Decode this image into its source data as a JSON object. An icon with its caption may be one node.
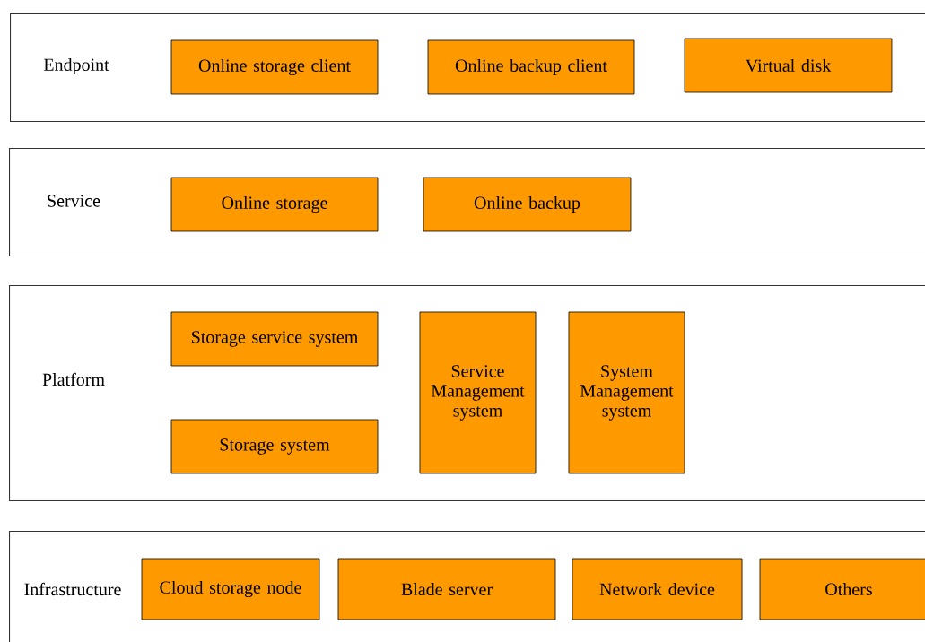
{
  "diagram": {
    "nodes": [
      {
        "text": [
          "Endpoint"
        ]
      },
      {
        "text": [
          "Online storage client"
        ],
        "in": 0
      },
      {
        "text": [
          "Online backup client"
        ],
        "in": 0
      },
      {
        "text": [
          "Virtual disk"
        ],
        "in": 0
      },
      {
        "text": [
          "Service"
        ]
      },
      {
        "text": [
          "Online storage"
        ],
        "in": 4
      },
      {
        "text": [
          "Online backup"
        ],
        "in": 4
      },
      {
        "text": [
          "Platform"
        ]
      },
      {
        "text": [
          "Storage service system"
        ],
        "in": 7
      },
      {
        "text": [
          "Storage system"
        ],
        "in": 7
      },
      {
        "text": [
          "Service Management system"
        ],
        "in": 7
      },
      {
        "text": [
          "System Management system"
        ],
        "in": 7
      },
      {
        "text": [
          "Infrastructure"
        ]
      },
      {
        "text": [
          "Cloud storage node"
        ],
        "in": 12
      },
      {
        "text": [
          "Blade server"
        ],
        "in": 12
      },
      {
        "text": [
          "Network device"
        ],
        "in": 12
      },
      {
        "text": [
          "Others"
        ],
        "in": 12
      }
    ]
  }
}
